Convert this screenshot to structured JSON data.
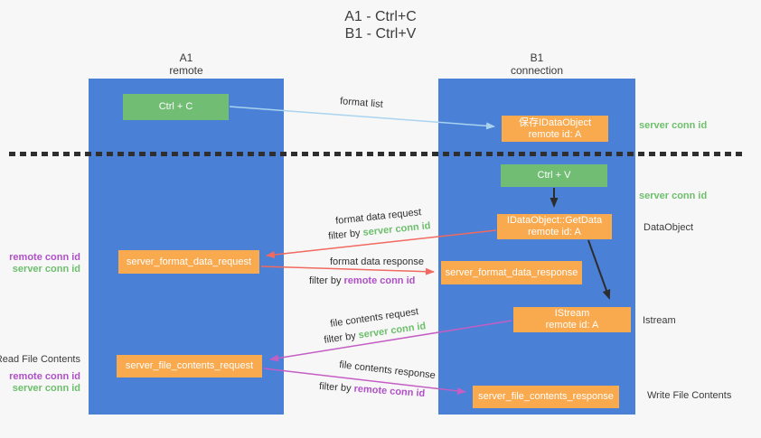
{
  "title": {
    "line1": "A1 - Ctrl+C",
    "line2": "B1 - Ctrl+V"
  },
  "lanes": {
    "a1": {
      "name": "A1",
      "subtitle": "remote"
    },
    "b1": {
      "name": "B1",
      "subtitle": "connection"
    }
  },
  "boxes": {
    "ctrl_c": {
      "label": "Ctrl + C"
    },
    "ctrl_v": {
      "label": "Ctrl + V"
    },
    "save_dataobject": {
      "line1": "保存IDataObject",
      "line2": "remote id: A"
    },
    "getdata": {
      "line1": "IDataObject::GetData",
      "line2": "remote id: A"
    },
    "istream": {
      "line1": "IStream",
      "line2": "remote id: A"
    },
    "format_request": {
      "label": "server_format_data_request"
    },
    "format_response": {
      "label": "server_format_data_response"
    },
    "file_request": {
      "label": "server_file_contents_request"
    },
    "file_response": {
      "label": "server_file_contents_response"
    }
  },
  "left_annotations": {
    "format": {
      "remote": "remote conn id",
      "server": "server conn id"
    },
    "file": {
      "title": "Read File Contents",
      "remote": "remote conn id",
      "server": "server conn id"
    }
  },
  "right_annotations": {
    "server_conn_top": "server conn id",
    "server_conn_mid": "server conn id",
    "dataobject": "DataObject",
    "istream": "Istream",
    "write_file": "Write File Contents"
  },
  "edge_labels": {
    "format_list": "format list",
    "format_request": {
      "line1": "format data request",
      "filter_prefix": "filter by ",
      "filter_key": "server conn id"
    },
    "format_response": {
      "line1": "format data response",
      "filter_prefix": "filter by ",
      "filter_key": "remote conn id"
    },
    "file_request": {
      "line1": "file contents request",
      "filter_prefix": "filter by ",
      "filter_key": "server conn id"
    },
    "file_response": {
      "line1": "file contents response",
      "filter_prefix": "filter by ",
      "filter_key": "remote conn id"
    }
  },
  "colors": {
    "lane_blue": "#4a80d5",
    "green_box": "#72bd74",
    "orange_box": "#f9a94e",
    "arrow_blue": "#a9d3ef",
    "arrow_red": "#f1695f",
    "arrow_magenta": "#c45ec4",
    "arrow_black": "#2d2d2d",
    "label_green": "#6dbf6d",
    "label_purple": "#b050c8"
  }
}
